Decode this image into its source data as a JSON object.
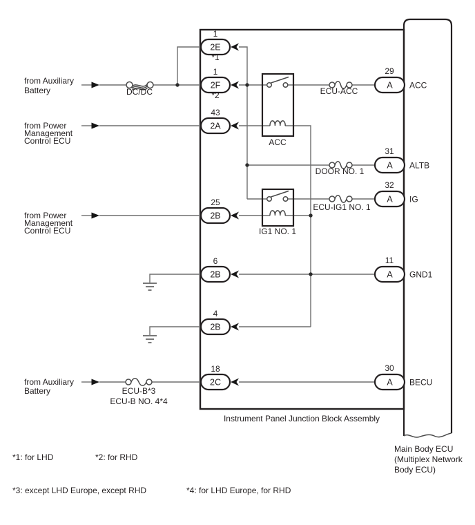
{
  "colors": {
    "line": "#231f20",
    "wire": "#6e6e6e",
    "background": "#ffffff"
  },
  "junction_block": {
    "label": "Instrument Panel Junction Block Assembly",
    "connectors": [
      {
        "pin": "1",
        "code": "2E",
        "note": "*1"
      },
      {
        "pin": "1",
        "code": "2F",
        "note": "*2"
      },
      {
        "pin": "43",
        "code": "2A",
        "note": ""
      },
      {
        "pin": "25",
        "code": "2B",
        "note": ""
      },
      {
        "pin": "6",
        "code": "2B",
        "note": ""
      },
      {
        "pin": "4",
        "code": "2B",
        "note": ""
      },
      {
        "pin": "18",
        "code": "2C",
        "note": ""
      }
    ]
  },
  "main_body_ecu": {
    "label_lines": [
      "Main Body ECU",
      "(Multiplex Network",
      "Body ECU)"
    ],
    "terminals": [
      {
        "pin": "29",
        "code": "A",
        "signal": "ACC"
      },
      {
        "pin": "31",
        "code": "A",
        "signal": "ALTB"
      },
      {
        "pin": "32",
        "code": "A",
        "signal": "IG"
      },
      {
        "pin": "11",
        "code": "A",
        "signal": "GND1"
      },
      {
        "pin": "30",
        "code": "A",
        "signal": "BECU"
      }
    ]
  },
  "inputs": [
    {
      "lines": [
        "from Auxiliary",
        "Battery"
      ]
    },
    {
      "lines": [
        "from Power",
        "Management",
        "Control ECU"
      ]
    },
    {
      "lines": [
        "from Power",
        "Management",
        "Control ECU"
      ]
    },
    {
      "lines": [
        "from Auxiliary",
        "Battery"
      ]
    }
  ],
  "fuses": [
    {
      "label": "DC/DC"
    },
    {
      "label": "ECU-ACC"
    },
    {
      "label": "DOOR NO. 1"
    },
    {
      "label": "ECU-IG1 NO. 1"
    },
    {
      "label": "ECU-B*3",
      "label2": "ECU-B NO. 4*4"
    }
  ],
  "relays": [
    {
      "label": "ACC"
    },
    {
      "label": "IG1 NO. 1"
    }
  ],
  "footnotes": [
    "*1: for LHD",
    "*2: for RHD",
    "*3: except LHD Europe, except RHD",
    "*4: for LHD Europe, for RHD"
  ]
}
